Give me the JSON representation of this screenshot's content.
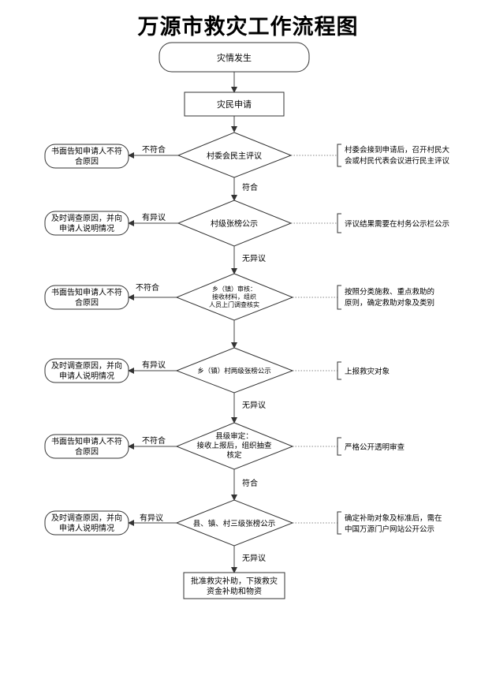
{
  "title": "万源市救灾工作流程图",
  "nodes": {
    "start": "灾情发生",
    "apply": "灾民申请",
    "d1": "村委会民主评议",
    "d2": "村级张榜公示",
    "d3": [
      "乡（镇）审核：",
      "接收材料，组织",
      "人员上门调查核实"
    ],
    "d4": "乡（镇）村两级张榜公示",
    "d5": [
      "县级审定：",
      "接收上报后，组织抽查",
      "核定"
    ],
    "d6": "县、镇、村三级张榜公示",
    "end": [
      "批准救灾补助，下拨救灾",
      "资金补助和物资"
    ]
  },
  "side_left": {
    "s1": [
      "书面告知申请人不符",
      "合原因"
    ],
    "s2": [
      "及时调查原因，并向",
      "申请人说明情况"
    ],
    "s3": [
      "书面告知申请人不符",
      "合原因"
    ],
    "s4": [
      "及时调查原因，并向",
      "申请人说明情况"
    ],
    "s5": [
      "书面告知申请人不符",
      "合原因"
    ],
    "s6": [
      "及时调查原因，并向",
      "申请人说明情况"
    ]
  },
  "notes": {
    "n1": [
      "村委会接到申请后，召开村民大",
      "会或村民代表会议进行民主评议"
    ],
    "n2": [
      "评议结果需要在村务公示栏公示"
    ],
    "n3": [
      "按照分类施救、重点救助的",
      "原则，确定救助对象及类别"
    ],
    "n4": [
      "上报救灾对象"
    ],
    "n5": [
      "严格公开透明审查"
    ],
    "n6": [
      "确定补助对象及标准后，需在",
      "中国万源门户网站公开公示"
    ]
  },
  "edge_labels": {
    "l1": "不符合",
    "l2": "有异议",
    "l3": "不符合",
    "l4": "有异议",
    "l5": "不符合",
    "l6": "有异议",
    "m1": "符合",
    "m2": "无异议",
    "m3": "无异议",
    "m4": "符合",
    "m5": "无异议"
  }
}
